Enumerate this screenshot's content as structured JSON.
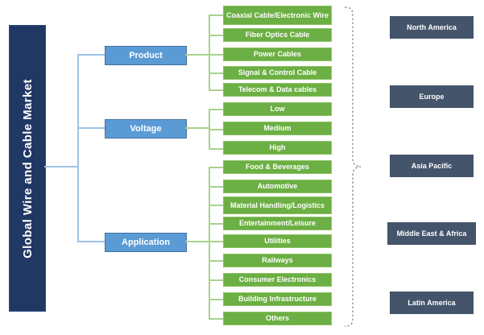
{
  "title": {
    "text": "Global Wire and Cable Market"
  },
  "colors": {
    "root": "#1F3864",
    "category": "#5B9BD5",
    "leaf": "#6CAF44",
    "region": "#44546A",
    "connector_blue": "#9DC3E6",
    "connector_green": "#A9D18E",
    "background": "#FFFFFF"
  },
  "categories": [
    {
      "label": "Product"
    },
    {
      "label": "Voltage"
    },
    {
      "label": "Application"
    }
  ],
  "leaves": [
    {
      "label": "Coaxial Cable/Electronic Wire",
      "group": "Product"
    },
    {
      "label": "Fiber Optics Cable",
      "group": "Product"
    },
    {
      "label": "Power Cables",
      "group": "Product"
    },
    {
      "label": "Signal & Control Cable",
      "group": "Product"
    },
    {
      "label": "Telecom & Data cables",
      "group": "Product"
    },
    {
      "label": "Low",
      "group": "Voltage"
    },
    {
      "label": "Medium",
      "group": "Voltage"
    },
    {
      "label": "High",
      "group": "Voltage"
    },
    {
      "label": "Food & Beverages",
      "group": "Application"
    },
    {
      "label": "Automotive",
      "group": "Application"
    },
    {
      "label": "Material Handling/Logistics",
      "group": "Application"
    },
    {
      "label": "Entertainment/Leisure",
      "group": "Application"
    },
    {
      "label": "Utilities",
      "group": "Application"
    },
    {
      "label": "Railways",
      "group": "Application"
    },
    {
      "label": "Consumer Electronics",
      "group": "Application"
    },
    {
      "label": "Building Infrastructure",
      "group": "Application"
    },
    {
      "label": "Others",
      "group": "Application"
    }
  ],
  "regions": [
    {
      "label": "North America"
    },
    {
      "label": "Europe"
    },
    {
      "label": "Asia Pacific"
    },
    {
      "label": "Middle East & Africa"
    },
    {
      "label": "Latin America"
    }
  ]
}
